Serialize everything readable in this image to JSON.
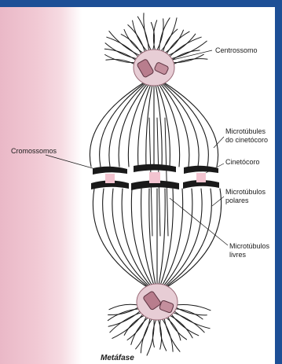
{
  "labels": {
    "centrossomo": "Centrossomo",
    "cromossomos": "Cromossomos",
    "microtubulos_cinetocoro_1": "Microtúbules",
    "microtubulos_cinetocoro_2": "do cinetócoro",
    "cinetocoro": "Cinetócoro",
    "microtubulos_polares_1": "Microtúbulos",
    "microtubulos_polares_2": "polares",
    "microtubulos_livres_1": "Microtúbulos",
    "microtubulos_livres_2": "livres",
    "caption": "Metáfase"
  },
  "colors": {
    "frame": "#1d4f96",
    "background_strip": "#eab8c7",
    "centrosome_halo": "#e7cdd5",
    "centriole": "#b87d8d",
    "chromosome": "#1a1a1a",
    "kinetochore": "#f2c4d0",
    "fiber": "#1a1a1a"
  }
}
